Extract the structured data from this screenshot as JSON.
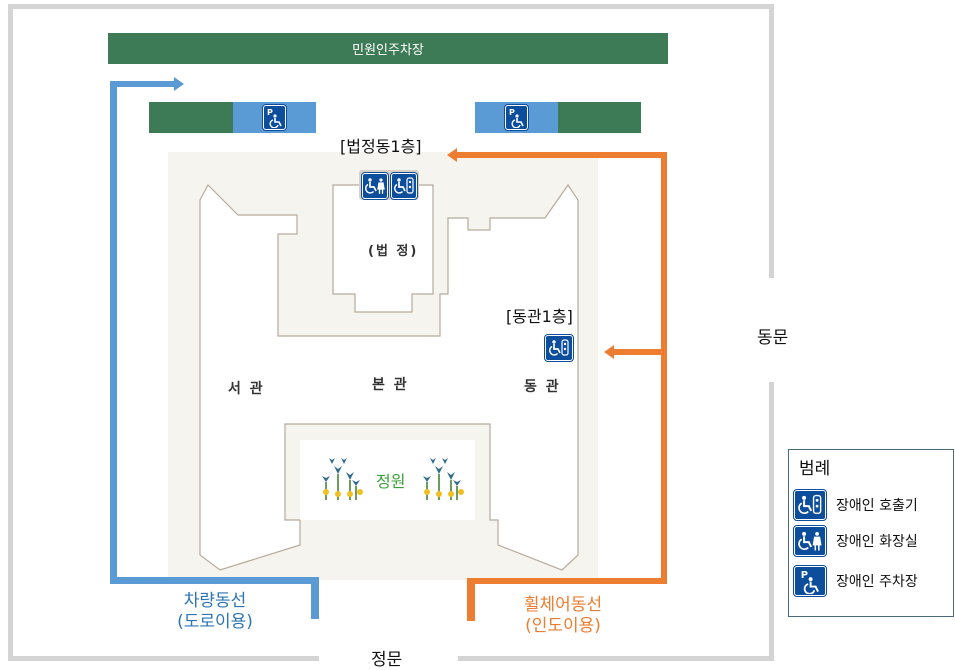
{
  "parking": {
    "label": "민원인주차장"
  },
  "buildings": {
    "court_floor": "[법정동1층]",
    "court": "(법 정)",
    "east_floor": "[동관1층]",
    "west": "서 관",
    "main": "본 관",
    "east": "동 관",
    "garden": "정원"
  },
  "gates": {
    "east": "동문",
    "main": "정문"
  },
  "routes": {
    "vehicle": {
      "line1": "차량동선",
      "line2": "(도로이용)",
      "color": "#5b9bd5"
    },
    "wheelchair": {
      "line1": "휠체어동선",
      "line2": "(인도이용)",
      "color": "#ed7d31"
    }
  },
  "legend": {
    "title": "범례",
    "items": [
      {
        "label": "장애인 호출기",
        "icon": "wheelchair-call-icon"
      },
      {
        "label": "장애인 화장실",
        "icon": "wheelchair-toilet-icon"
      },
      {
        "label": "장애인 주차장",
        "icon": "wheelchair-parking-icon"
      }
    ]
  },
  "colors": {
    "parking_green": "#3d7a56",
    "sign_blue": "#0c4d9c",
    "wall_gray": "#d4d4d4"
  }
}
